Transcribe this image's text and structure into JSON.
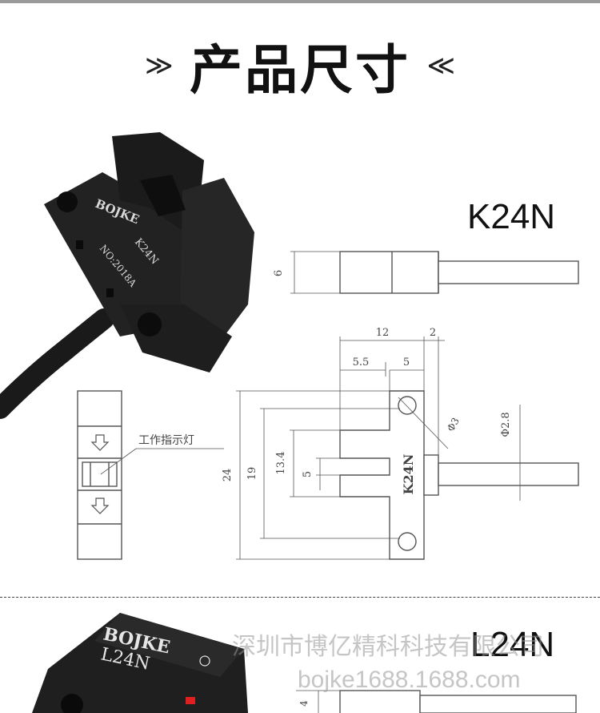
{
  "header": {
    "title": "产品尺寸",
    "left_mark": "≫",
    "right_mark": "≪"
  },
  "product1": {
    "model": "K24N",
    "body_brand": "BOJKE",
    "body_model": "K24N",
    "body_serial": "NO:2018A",
    "side_label": "K24N",
    "indicator_label": "工作指示灯",
    "dims": {
      "d_6": "6",
      "d_12": "12",
      "d_2": "2",
      "d_5_5": "5.5",
      "d_5_top": "5",
      "d_24": "24",
      "d_19": "19",
      "d_13_4": "13.4",
      "d_5_slot": "5",
      "d_phi3": "Φ3",
      "d_phi2_8": "Φ2.8"
    }
  },
  "product2": {
    "model": "L24N",
    "body_brand": "BOJKE",
    "body_model": "L24N",
    "dim_4": "4"
  },
  "watermark": {
    "company": "深圳市博亿精科科技有限公司",
    "url": "bojke1688.1688.com"
  },
  "colors": {
    "line": "#555555",
    "body": "#1b1b1b"
  }
}
